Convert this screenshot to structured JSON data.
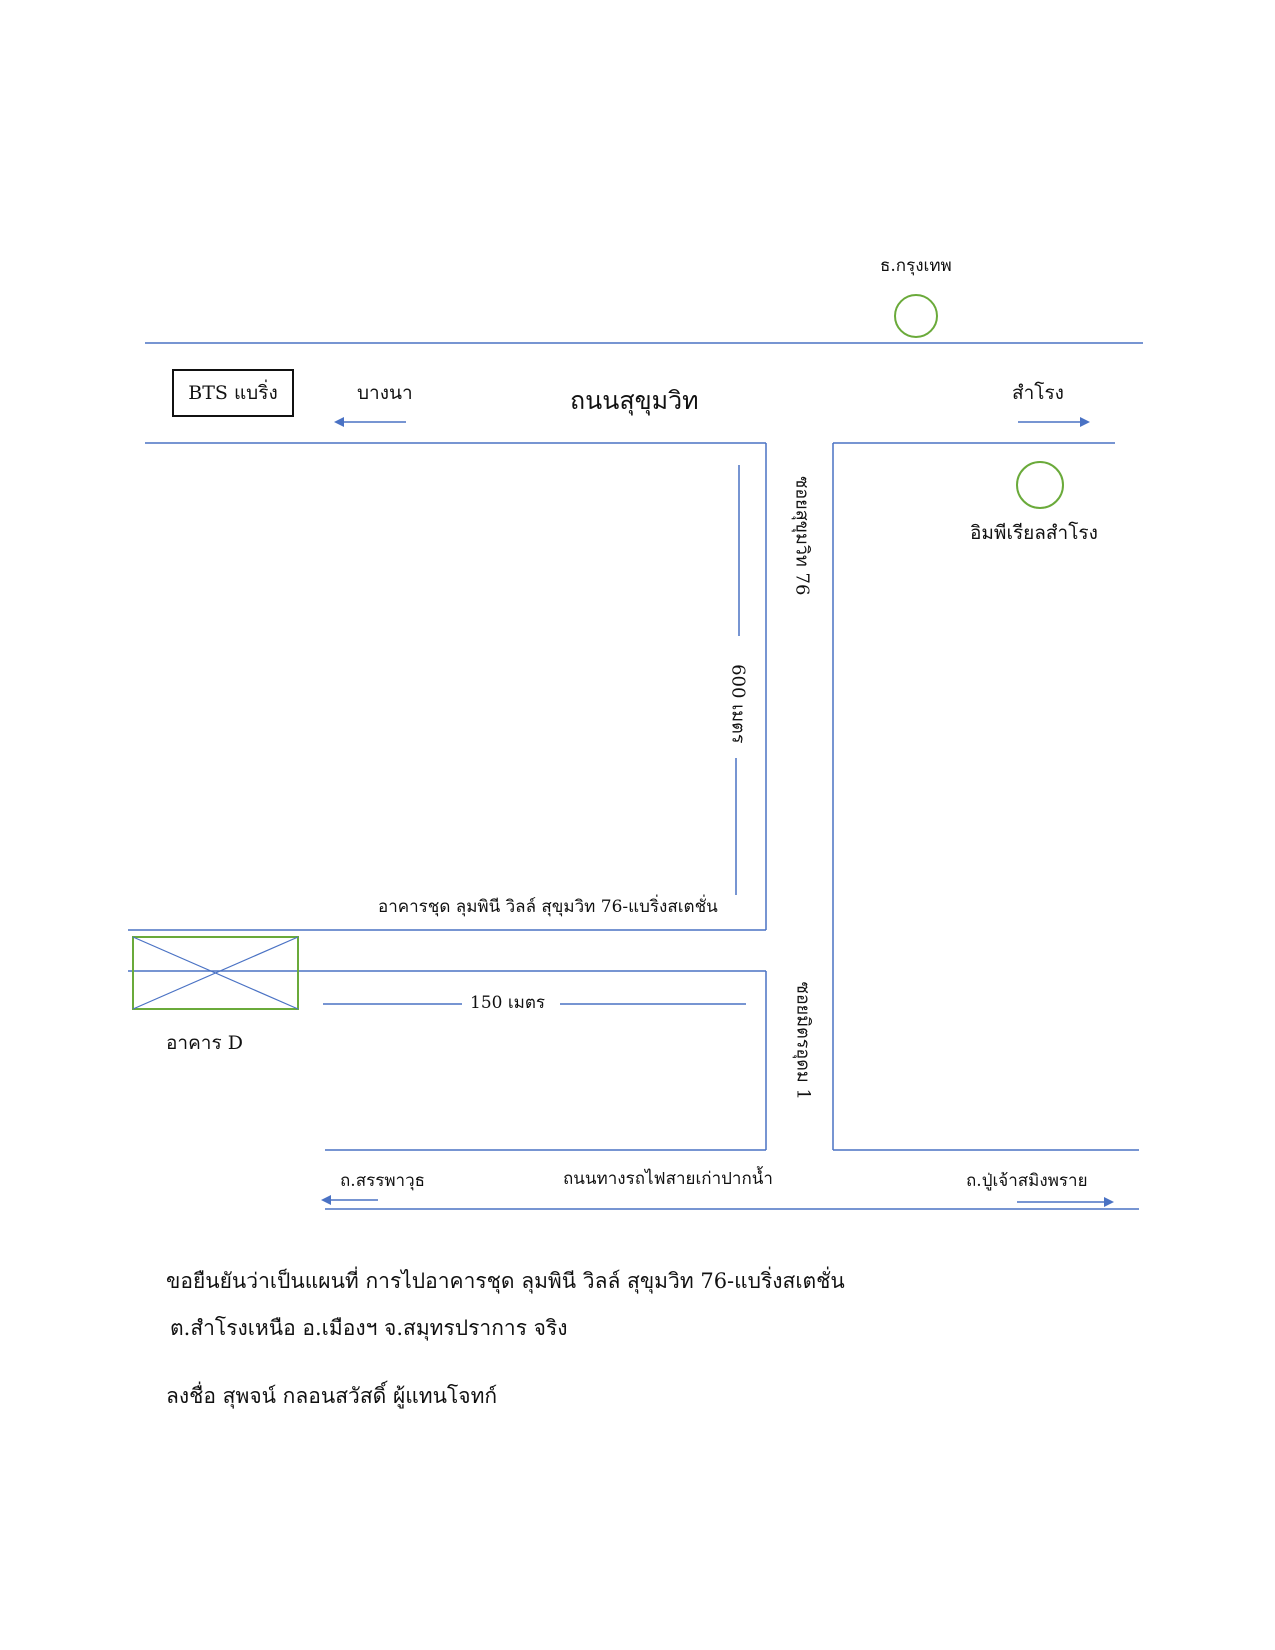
{
  "colors": {
    "road": "#4a72c4",
    "landmark": "#6aaa3a",
    "arrow": "#4a72c4",
    "text": "#111111"
  },
  "landmarks": {
    "bank": "ธ.กรุงเทพ",
    "bts": "BTS แบริ่ง",
    "imperial": "อิมพีเรียลสำโรง",
    "building_d": "อาคาร D",
    "condo": "อาคารชุด ลุมพินี วิลล์ สุขุมวิท 76-แบริ่งสเตชั่น"
  },
  "roads": {
    "sukhumvit": "ถนนสุขุมวิท",
    "bangna": "บางนา",
    "samrong": "สำโรง",
    "soi_76": "ซอยสุขุมวิท 76",
    "soi_mitr": "ซอยมิตรอุดม 1",
    "railway_road": "ถนนทางรถไฟสายเก่าปากน้ำ",
    "sanphawut": "ถ.สรรพาวุธ",
    "pujao": "ถ.ปู่เจ้าสมิงพราย"
  },
  "distances": {
    "soi_76": "600 เมตร",
    "to_building": "150 เมตร"
  },
  "footer": {
    "line1": "ขอยืนยันว่าเป็นแผนที่ การไปอาคารชุด ลุมพินี วิลล์ สุขุมวิท 76-แบริ่งสเตชั่น",
    "line2": "ต.สำโรงเหนือ อ.เมืองฯ จ.สมุทรปราการ จริง",
    "line3": "ลงชื่อ  สุพจน์ กลอนสวัสดิ์ ผู้แทนโจทก์"
  }
}
